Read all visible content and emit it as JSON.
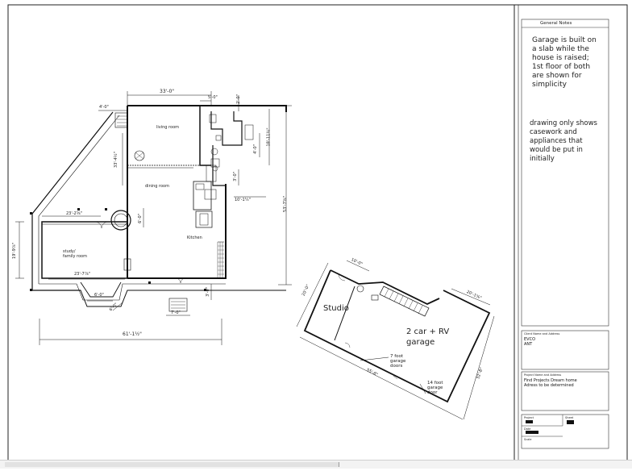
{
  "notes": {
    "title": "General Notes",
    "note1": "Garage is built on\na slab while the\nhouse is raised;\n1st floor of both\nare shown for\nsimplicity",
    "note2": "drawing only shows\ncasework and\nappliances that\nwould be put in\ninitially"
  },
  "title_block": {
    "client_label": "Client Name and Address",
    "client_value": "EVCO\nANT",
    "project_label": "Project Name and Address",
    "project_value": "Find Projects Dream home\nAdress to be determined",
    "project_field": "Project",
    "sheet_field": "Sheet",
    "date_field": "Date",
    "scale_field": "Scale"
  },
  "rooms": {
    "living": "living room",
    "dining": "dining room",
    "kitchen": "Kitchen",
    "study": "study/\nfamily room",
    "studio": "Studio",
    "garage": "2 car + RV\ngarage",
    "door7": "7 foot\ngarage\ndoors",
    "door14": "14 foot\ngarage\ndoor"
  },
  "dims": {
    "d33": "33'-0\"",
    "d5": "5'-0\"",
    "d4": "4'-0\"",
    "d2": "2'-0\"",
    "d3312": "33'-4½\"",
    "d1811": "18'-11½\"",
    "d4b": "4'-0\"",
    "d3b": "3'-0\"",
    "d1014": "10'-1¼\"",
    "d53": "53'-7⅝\"",
    "d2312": "23'-2⅝\"",
    "d6": "6'-0\"",
    "d1910": "19'-9⅞\"",
    "d2378": "23'-7⅞\"",
    "d6b": "6'-0\"",
    "d6c": "6'-0\"",
    "d3c": "3'-0\"",
    "d7": "7'-0\"",
    "d61": "61'-1½\"",
    "g101": "10'-0\"",
    "g20": "20'-0\"",
    "g201": "20'-1⅝\"",
    "g55": "55'-8\"",
    "g32": "32'-8\""
  }
}
